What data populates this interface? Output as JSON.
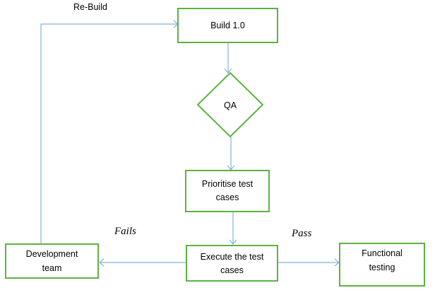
{
  "diagram": {
    "rebuild_label": "Re-Build",
    "fails_label": "Fails",
    "pass_label": "Pass",
    "nodes": {
      "build": {
        "line1": "Build 1.0"
      },
      "qa": {
        "line1": "QA"
      },
      "prioritise": {
        "line1": "Prioritise test",
        "line2": "cases"
      },
      "execute": {
        "line1": "Execute the test",
        "line2": "cases"
      },
      "development": {
        "line1": "Development",
        "line2": "team"
      },
      "functional": {
        "line1": "Functional",
        "line2": "testing"
      }
    },
    "colors": {
      "node_border": "#5cb33f",
      "connector": "#7fb2e0"
    }
  }
}
